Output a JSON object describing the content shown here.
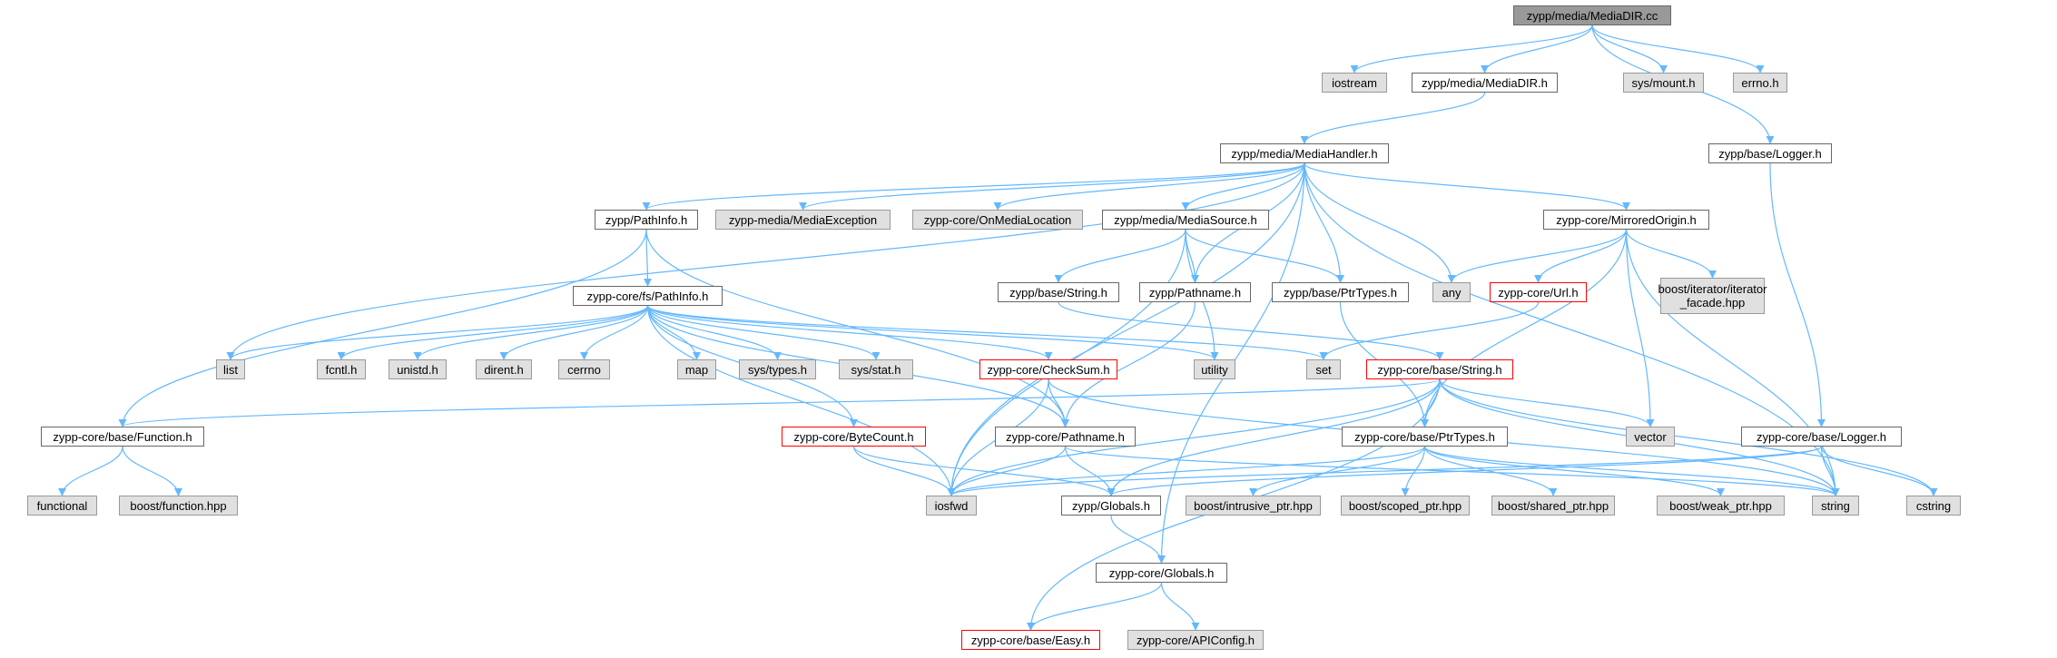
{
  "diagram": {
    "edge_color": "#63b8ff",
    "nodes": [
      {
        "id": "root",
        "label": "zypp/media/MediaDIR.cc",
        "style": "root"
      },
      {
        "id": "iostream",
        "label": "iostream",
        "style": "sys"
      },
      {
        "id": "mediadir_h",
        "label": "zypp/media/MediaDIR.h",
        "style": "normal"
      },
      {
        "id": "sysmount",
        "label": "sys/mount.h",
        "style": "sys"
      },
      {
        "id": "errno",
        "label": "errno.h",
        "style": "sys"
      },
      {
        "id": "zlogger",
        "label": "zypp/base/Logger.h",
        "style": "normal"
      },
      {
        "id": "mediahandler",
        "label": "zypp/media/MediaHandler.h",
        "style": "normal"
      },
      {
        "id": "pathinfo",
        "label": "zypp/PathInfo.h",
        "style": "normal"
      },
      {
        "id": "mediaexception",
        "label": "zypp-media/MediaException",
        "style": "sys"
      },
      {
        "id": "onmedialocation",
        "label": "zypp-core/OnMediaLocation",
        "style": "sys"
      },
      {
        "id": "mediasource",
        "label": "zypp/media/MediaSource.h",
        "style": "normal"
      },
      {
        "id": "mirroredorigin",
        "label": "zypp-core/MirroredOrigin.h",
        "style": "normal"
      },
      {
        "id": "fspathinfo",
        "label": "zypp-core/fs/PathInfo.h",
        "style": "normal"
      },
      {
        "id": "basestring_z",
        "label": "zypp/base/String.h",
        "style": "normal"
      },
      {
        "id": "pathname_z",
        "label": "zypp/Pathname.h",
        "style": "normal"
      },
      {
        "id": "ptrtypes_z",
        "label": "zypp/base/PtrTypes.h",
        "style": "normal"
      },
      {
        "id": "any",
        "label": "any",
        "style": "sys"
      },
      {
        "id": "url",
        "label": "zypp-core/Url.h",
        "style": "red"
      },
      {
        "id": "iterfacade",
        "label": "boost/iterator/iterator\n_facade.hpp",
        "style": "sys"
      },
      {
        "id": "list",
        "label": "list",
        "style": "sys"
      },
      {
        "id": "fcntl",
        "label": "fcntl.h",
        "style": "sys"
      },
      {
        "id": "unistd",
        "label": "unistd.h",
        "style": "sys"
      },
      {
        "id": "dirent",
        "label": "dirent.h",
        "style": "sys"
      },
      {
        "id": "cerrno",
        "label": "cerrno",
        "style": "sys"
      },
      {
        "id": "map",
        "label": "map",
        "style": "sys"
      },
      {
        "id": "systypes",
        "label": "sys/types.h",
        "style": "sys"
      },
      {
        "id": "sysstat",
        "label": "sys/stat.h",
        "style": "sys"
      },
      {
        "id": "checksum",
        "label": "zypp-core/CheckSum.h",
        "style": "red"
      },
      {
        "id": "utility",
        "label": "utility",
        "style": "sys"
      },
      {
        "id": "set",
        "label": "set",
        "style": "sys"
      },
      {
        "id": "corestring",
        "label": "zypp-core/base/String.h",
        "style": "red"
      },
      {
        "id": "function",
        "label": "zypp-core/base/Function.h",
        "style": "normal"
      },
      {
        "id": "bytecount",
        "label": "zypp-core/ByteCount.h",
        "style": "red"
      },
      {
        "id": "corepathname",
        "label": "zypp-core/Pathname.h",
        "style": "normal"
      },
      {
        "id": "coreptrtypes",
        "label": "zypp-core/base/PtrTypes.h",
        "style": "normal"
      },
      {
        "id": "vector",
        "label": "vector",
        "style": "sys"
      },
      {
        "id": "corelogger",
        "label": "zypp-core/base/Logger.h",
        "style": "normal"
      },
      {
        "id": "functional",
        "label": "functional",
        "style": "sys"
      },
      {
        "id": "boostfunction",
        "label": "boost/function.hpp",
        "style": "sys"
      },
      {
        "id": "iosfwd",
        "label": "iosfwd",
        "style": "sys"
      },
      {
        "id": "zglobals",
        "label": "zypp/Globals.h",
        "style": "normal"
      },
      {
        "id": "intrusive",
        "label": "boost/intrusive_ptr.hpp",
        "style": "sys"
      },
      {
        "id": "scoped",
        "label": "boost/scoped_ptr.hpp",
        "style": "sys"
      },
      {
        "id": "shared",
        "label": "boost/shared_ptr.hpp",
        "style": "sys"
      },
      {
        "id": "weak",
        "label": "boost/weak_ptr.hpp",
        "style": "sys"
      },
      {
        "id": "string",
        "label": "string",
        "style": "sys"
      },
      {
        "id": "cstring",
        "label": "cstring",
        "style": "sys"
      },
      {
        "id": "coreglobals",
        "label": "zypp-core/Globals.h",
        "style": "normal"
      },
      {
        "id": "easy",
        "label": "zypp-core/base/Easy.h",
        "style": "red"
      },
      {
        "id": "apiconfig",
        "label": "zypp-core/APIConfig.h",
        "style": "sys"
      }
    ],
    "edges": [
      [
        "root",
        "iostream"
      ],
      [
        "root",
        "mediadir_h"
      ],
      [
        "root",
        "sysmount"
      ],
      [
        "root",
        "errno"
      ],
      [
        "root",
        "zlogger"
      ],
      [
        "mediadir_h",
        "mediahandler"
      ],
      [
        "zlogger",
        "corelogger"
      ],
      [
        "mediahandler",
        "pathinfo"
      ],
      [
        "mediahandler",
        "mediaexception"
      ],
      [
        "mediahandler",
        "onmedialocation"
      ],
      [
        "mediahandler",
        "mediasource"
      ],
      [
        "mediahandler",
        "mirroredorigin"
      ],
      [
        "mediahandler",
        "pathname_z"
      ],
      [
        "mediahandler",
        "ptrtypes_z"
      ],
      [
        "mediahandler",
        "any"
      ],
      [
        "mediahandler",
        "list"
      ],
      [
        "mediahandler",
        "iosfwd"
      ],
      [
        "mediahandler",
        "string"
      ],
      [
        "mediahandler",
        "coreglobals"
      ],
      [
        "pathinfo",
        "fspathinfo"
      ],
      [
        "pathinfo",
        "function"
      ],
      [
        "pathinfo",
        "corepathname"
      ],
      [
        "mediasource",
        "basestring_z"
      ],
      [
        "mediasource",
        "pathname_z"
      ],
      [
        "mediasource",
        "ptrtypes_z"
      ],
      [
        "mediasource",
        "utility"
      ],
      [
        "mediasource",
        "iosfwd"
      ],
      [
        "mirroredorigin",
        "any"
      ],
      [
        "mirroredorigin",
        "url"
      ],
      [
        "mirroredorigin",
        "iterfacade"
      ],
      [
        "mirroredorigin",
        "coreptrtypes"
      ],
      [
        "mirroredorigin",
        "vector"
      ],
      [
        "mirroredorigin",
        "string"
      ],
      [
        "fspathinfo",
        "list"
      ],
      [
        "fspathinfo",
        "fcntl"
      ],
      [
        "fspathinfo",
        "unistd"
      ],
      [
        "fspathinfo",
        "dirent"
      ],
      [
        "fspathinfo",
        "cerrno"
      ],
      [
        "fspathinfo",
        "map"
      ],
      [
        "fspathinfo",
        "systypes"
      ],
      [
        "fspathinfo",
        "sysstat"
      ],
      [
        "fspathinfo",
        "checksum"
      ],
      [
        "fspathinfo",
        "utility"
      ],
      [
        "fspathinfo",
        "set"
      ],
      [
        "fspathinfo",
        "bytecount"
      ],
      [
        "fspathinfo",
        "corepathname"
      ],
      [
        "fspathinfo",
        "iosfwd"
      ],
      [
        "basestring_z",
        "corestring"
      ],
      [
        "pathname_z",
        "corepathname"
      ],
      [
        "ptrtypes_z",
        "coreptrtypes"
      ],
      [
        "url",
        "set"
      ],
      [
        "checksum",
        "corepathname"
      ],
      [
        "checksum",
        "iosfwd"
      ],
      [
        "checksum",
        "string"
      ],
      [
        "corestring",
        "function"
      ],
      [
        "corestring",
        "coreptrtypes"
      ],
      [
        "corestring",
        "vector"
      ],
      [
        "corestring",
        "cstring"
      ],
      [
        "corestring",
        "iosfwd"
      ],
      [
        "corestring",
        "string"
      ],
      [
        "corestring",
        "easy"
      ],
      [
        "corestring",
        "zglobals"
      ],
      [
        "function",
        "functional"
      ],
      [
        "function",
        "boostfunction"
      ],
      [
        "bytecount",
        "iosfwd"
      ],
      [
        "bytecount",
        "zglobals"
      ],
      [
        "corepathname",
        "iosfwd"
      ],
      [
        "corepathname",
        "string"
      ],
      [
        "corepathname",
        "zglobals"
      ],
      [
        "coreptrtypes",
        "iosfwd"
      ],
      [
        "coreptrtypes",
        "intrusive"
      ],
      [
        "coreptrtypes",
        "scoped"
      ],
      [
        "coreptrtypes",
        "shared"
      ],
      [
        "coreptrtypes",
        "weak"
      ],
      [
        "coreptrtypes",
        "string"
      ],
      [
        "corelogger",
        "iosfwd"
      ],
      [
        "corelogger",
        "string"
      ],
      [
        "corelogger",
        "cstring"
      ],
      [
        "corelogger",
        "zglobals"
      ],
      [
        "zglobals",
        "coreglobals"
      ],
      [
        "coreglobals",
        "easy"
      ],
      [
        "coreglobals",
        "apiconfig"
      ]
    ]
  }
}
